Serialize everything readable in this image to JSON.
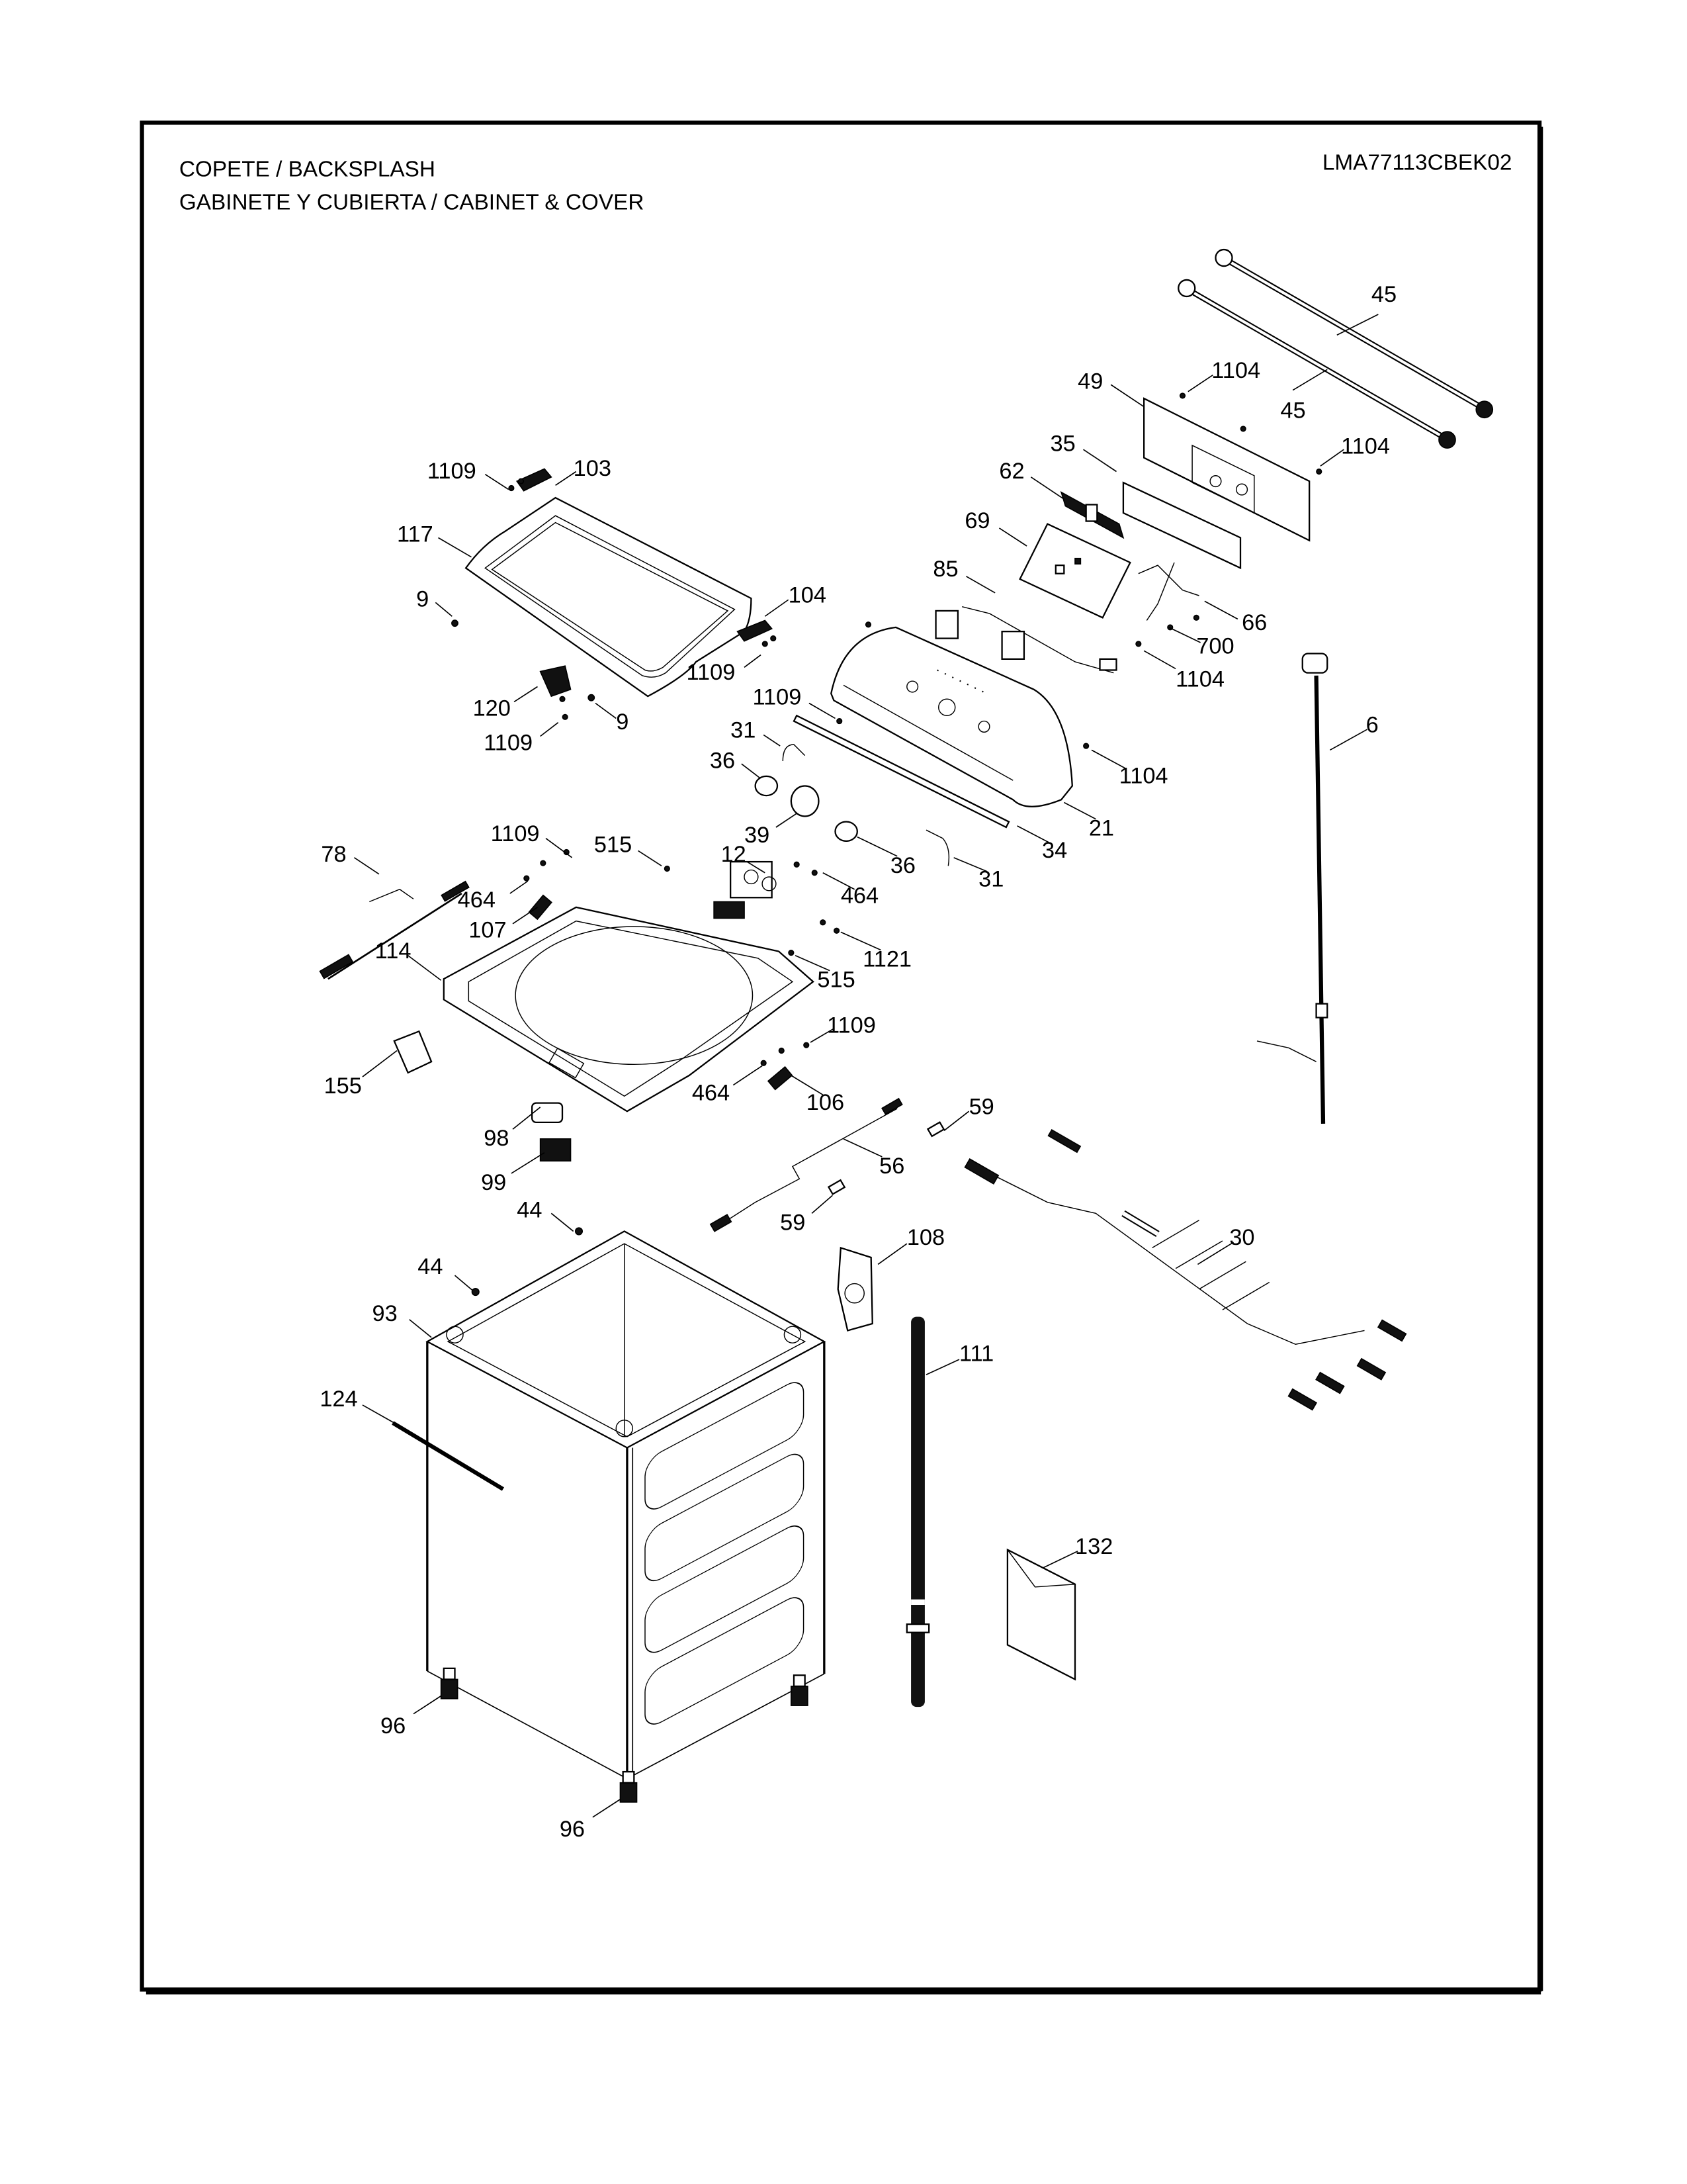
{
  "header": {
    "title_line_1": "COPETE / BACKSPLASH",
    "title_line_2": "GABINETE Y CUBIERTA / CABINET & COVER",
    "model_number": "LMA77113CBEK02"
  },
  "colors": {
    "ink": "#000000",
    "paper": "#ffffff"
  },
  "callouts": [
    {
      "id": "c45a",
      "label": "45"
    },
    {
      "id": "c45b",
      "label": "45"
    },
    {
      "id": "c49",
      "label": "49"
    },
    {
      "id": "c1104a",
      "label": "1104"
    },
    {
      "id": "c1104b",
      "label": "1104"
    },
    {
      "id": "c35",
      "label": "35"
    },
    {
      "id": "c62",
      "label": "62"
    },
    {
      "id": "c69",
      "label": "69"
    },
    {
      "id": "c85",
      "label": "85"
    },
    {
      "id": "c66",
      "label": "66"
    },
    {
      "id": "c700",
      "label": "700"
    },
    {
      "id": "c1104c",
      "label": "1104"
    },
    {
      "id": "c1104d",
      "label": "1104"
    },
    {
      "id": "c1109a",
      "label": "1109"
    },
    {
      "id": "c103",
      "label": "103"
    },
    {
      "id": "c117",
      "label": "117"
    },
    {
      "id": "c9a",
      "label": "9"
    },
    {
      "id": "c104",
      "label": "104"
    },
    {
      "id": "c1109b",
      "label": "1109"
    },
    {
      "id": "c120",
      "label": "120"
    },
    {
      "id": "c9b",
      "label": "9"
    },
    {
      "id": "c1109c",
      "label": "1109"
    },
    {
      "id": "c1109d",
      "label": "1109"
    },
    {
      "id": "c31a",
      "label": "31"
    },
    {
      "id": "c36a",
      "label": "36"
    },
    {
      "id": "c39",
      "label": "39"
    },
    {
      "id": "c36b",
      "label": "36"
    },
    {
      "id": "c31b",
      "label": "31"
    },
    {
      "id": "c34",
      "label": "34"
    },
    {
      "id": "c21",
      "label": "21"
    },
    {
      "id": "c6",
      "label": "6"
    },
    {
      "id": "c78",
      "label": "78"
    },
    {
      "id": "c1109e",
      "label": "1109"
    },
    {
      "id": "c515a",
      "label": "515"
    },
    {
      "id": "c12",
      "label": "12"
    },
    {
      "id": "c464a",
      "label": "464"
    },
    {
      "id": "c464b",
      "label": "464"
    },
    {
      "id": "c107",
      "label": "107"
    },
    {
      "id": "c1121",
      "label": "1121"
    },
    {
      "id": "c515b",
      "label": "515"
    },
    {
      "id": "c114",
      "label": "114"
    },
    {
      "id": "c1109f",
      "label": "1109"
    },
    {
      "id": "c155",
      "label": "155"
    },
    {
      "id": "c464c",
      "label": "464"
    },
    {
      "id": "c106",
      "label": "106"
    },
    {
      "id": "c59a",
      "label": "59"
    },
    {
      "id": "c98",
      "label": "98"
    },
    {
      "id": "c56",
      "label": "56"
    },
    {
      "id": "c99",
      "label": "99"
    },
    {
      "id": "c59b",
      "label": "59"
    },
    {
      "id": "c44a",
      "label": "44"
    },
    {
      "id": "c108",
      "label": "108"
    },
    {
      "id": "c30",
      "label": "30"
    },
    {
      "id": "c44b",
      "label": "44"
    },
    {
      "id": "c93",
      "label": "93"
    },
    {
      "id": "c111",
      "label": "111"
    },
    {
      "id": "c124",
      "label": "124"
    },
    {
      "id": "c132",
      "label": "132"
    },
    {
      "id": "c96a",
      "label": "96"
    },
    {
      "id": "c96b",
      "label": "96"
    }
  ]
}
